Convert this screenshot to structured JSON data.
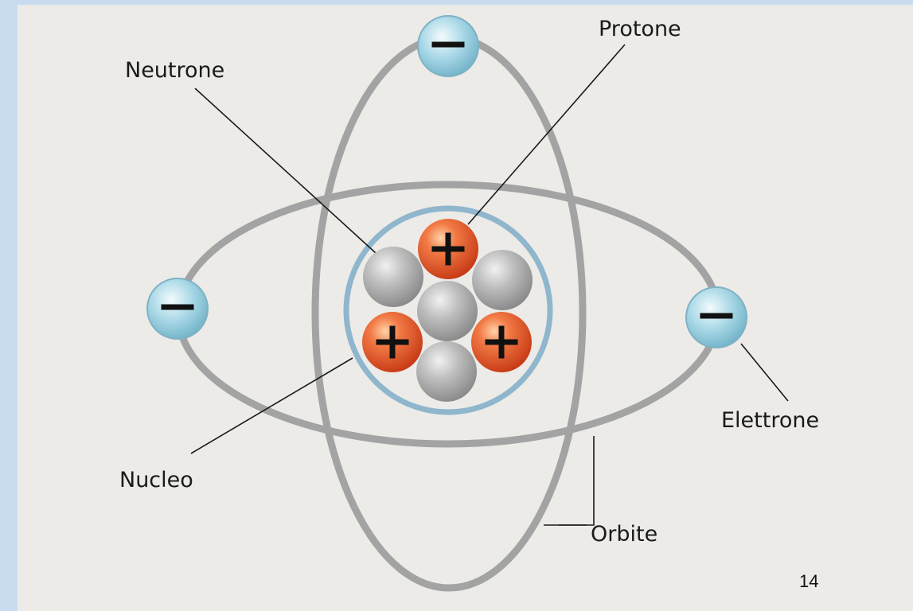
{
  "diagram": {
    "labels": {
      "neutron": "Neutrone",
      "proton": "Protone",
      "nucleus": "Nucleo",
      "electron": "Elettrone",
      "orbits": "Orbite"
    },
    "page_number": "14"
  },
  "colors": {
    "slide_border": "#c9dcef",
    "paper": "#ecebe8",
    "orbit": "#a3a3a3",
    "nucleus_ring": "#8fb6cc",
    "proton": "#e0582d",
    "neutron": "#a9a9a9",
    "electron": "#9ccfe0",
    "leader_line": "#1a1a1a"
  }
}
